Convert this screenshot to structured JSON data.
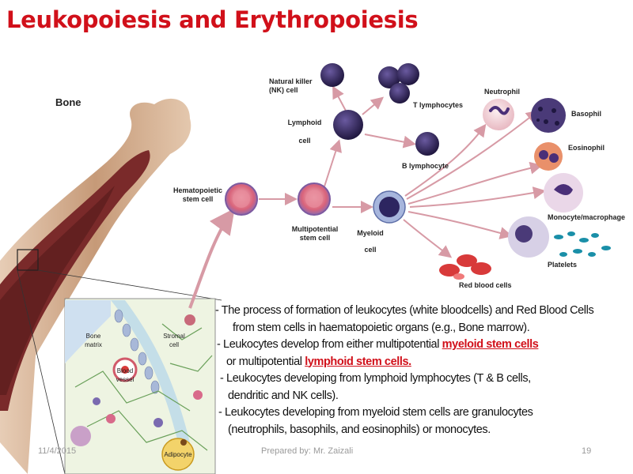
{
  "slide": {
    "title": "Leukopoiesis and Erythropoiesis",
    "date": "11/4/2015",
    "presenter": "Prepared by: Mr. Zaizali",
    "page_number": "19"
  },
  "diagram": {
    "bone": "Bone",
    "hematopoietic_stem_cell": [
      "Hematopoietic",
      "stem cell"
    ],
    "multipotential_stem_cell": [
      "Multipotential",
      "stem cell"
    ],
    "lymphoid_cell": [
      "Lymphoid",
      "cell"
    ],
    "myeloid_cell": [
      "Myeloid",
      "cell"
    ],
    "nk_cell": [
      "Natural killer",
      "(NK) cell"
    ],
    "t_lymphocytes": "T lymphocytes",
    "b_lymphocyte": "B lymphocyte",
    "neutrophil": "Neutrophil",
    "basophil": "Basophil",
    "eosinophil": "Eosinophil",
    "monocyte": "Monocyte/macrophage",
    "platelets": "Platelets",
    "red_blood_cells": "Red blood cells",
    "inset": {
      "bone_matrix": [
        "Bone",
        "matrix"
      ],
      "stromal_cell": [
        "Stromal",
        "cell"
      ],
      "blood_vessel": [
        "Blood",
        "vessel"
      ],
      "adipocyte": "Adipocyte"
    }
  },
  "notes": {
    "line1": "- The process of formation of leukocytes (white bloodcells) and Red Blood Cells",
    "line2": "from stem cells in haematopoietic organs (e.g., Bone marrow).",
    "line3_prefix": "- Leukocytes develop from either multipotential ",
    "line3_highlight": "myeloid stem cells",
    "line4_prefix": "or multipotential ",
    "line4_highlight": "lymphoid stem cells.",
    "line5": "- Leukocytes developing from lymphoid lymphocytes (T & B cells,",
    "line6": "dendritic and NK cells).",
    "line7": "- Leukocytes developing from myeloid stem cells are granulocytes",
    "line8": "(neutrophils, basophils, and eosinophils) or monocytes."
  },
  "colors": {
    "title": "#d1101a",
    "highlight": "#d1101a",
    "bone": "#b98a6a",
    "marrow": "#7a2a2a",
    "arrow": "#d79aa5",
    "cell_purple": "#3a2c6a",
    "rbc": "#d83a3a"
  }
}
